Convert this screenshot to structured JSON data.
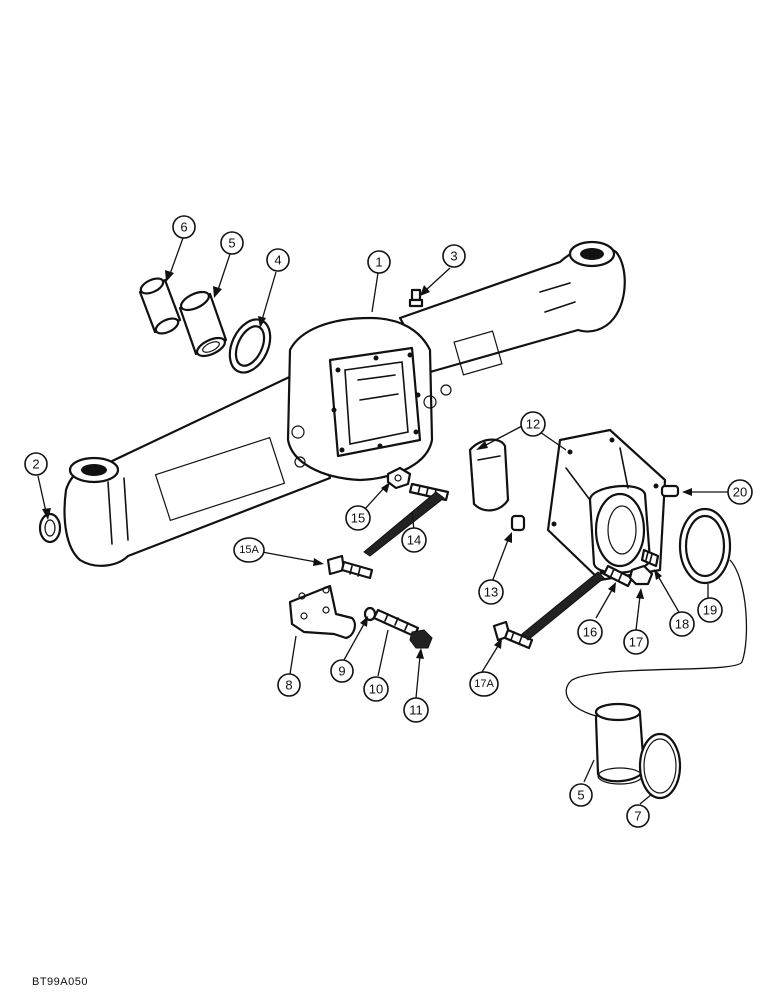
{
  "figure_code": "BT99A050",
  "callouts": [
    {
      "id": "c6",
      "label": "6"
    },
    {
      "id": "c5a",
      "label": "5"
    },
    {
      "id": "c4",
      "label": "4"
    },
    {
      "id": "c1",
      "label": "1"
    },
    {
      "id": "c3",
      "label": "3"
    },
    {
      "id": "c2",
      "label": "2"
    },
    {
      "id": "c12",
      "label": "12"
    },
    {
      "id": "c20",
      "label": "20"
    },
    {
      "id": "c15",
      "label": "15"
    },
    {
      "id": "c14",
      "label": "14"
    },
    {
      "id": "c15a",
      "label": "15A"
    },
    {
      "id": "c13",
      "label": "13"
    },
    {
      "id": "c16",
      "label": "16"
    },
    {
      "id": "c17",
      "label": "17"
    },
    {
      "id": "c18",
      "label": "18"
    },
    {
      "id": "c19",
      "label": "19"
    },
    {
      "id": "c8",
      "label": "8"
    },
    {
      "id": "c9",
      "label": "9"
    },
    {
      "id": "c10",
      "label": "10"
    },
    {
      "id": "c11",
      "label": "11"
    },
    {
      "id": "c17a",
      "label": "17A"
    },
    {
      "id": "c5b",
      "label": "5"
    },
    {
      "id": "c7",
      "label": "7"
    }
  ]
}
